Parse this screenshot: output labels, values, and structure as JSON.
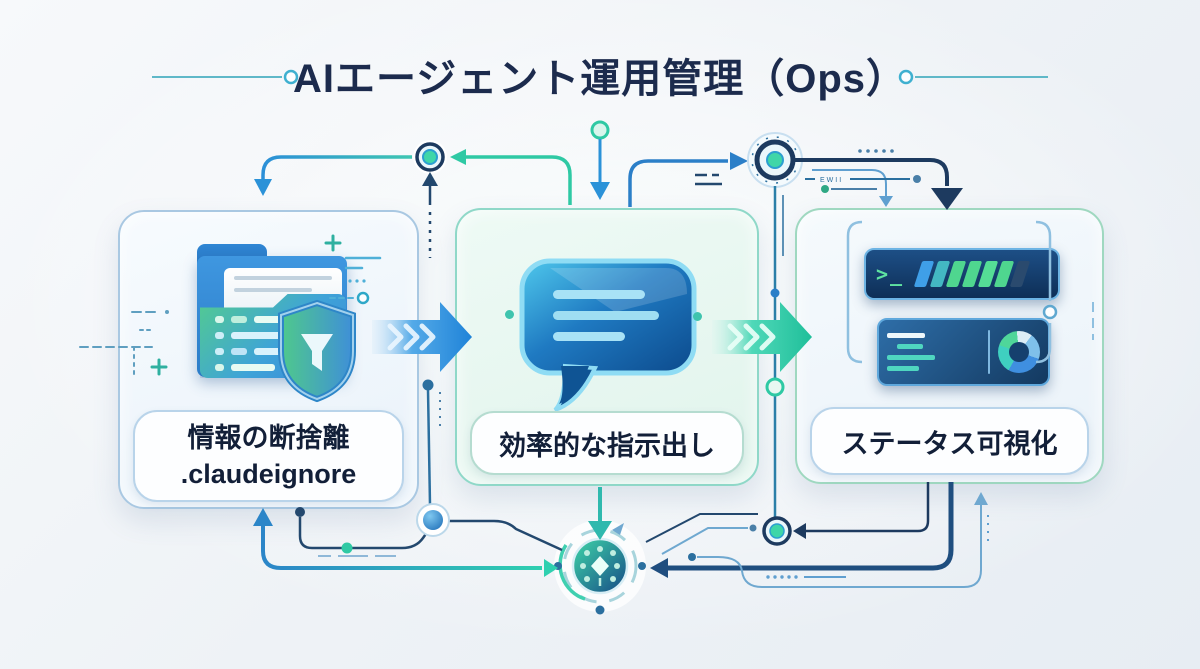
{
  "title": {
    "text": "AIエージェント運用管理（Ops）"
  },
  "panels": [
    {
      "name": "information-declutter",
      "label_line1": "情報の断捨離",
      "label_line2": ".claudeignore",
      "icon": "folder-shield-icon"
    },
    {
      "name": "efficient-instruction",
      "label": "効率的な指示出し",
      "icon": "chat-bubble-icon"
    },
    {
      "name": "status-visualization",
      "label": "ステータス可視化",
      "icon": "terminal-dashboard-icon"
    }
  ],
  "decor": {
    "terminal_prompt": ">_",
    "micro_label": "EWII"
  },
  "colors": {
    "title_navy": "#1c2b4d",
    "accent_blue": "#2b8fe0",
    "accent_teal": "#2fc9a4",
    "wire_navy": "#23486e",
    "panel1_border": "#a9c8e2",
    "panel2_border": "#8fd8c8",
    "panel3_border": "#9fd8c0",
    "terminal_green": "#5fe3a1"
  }
}
